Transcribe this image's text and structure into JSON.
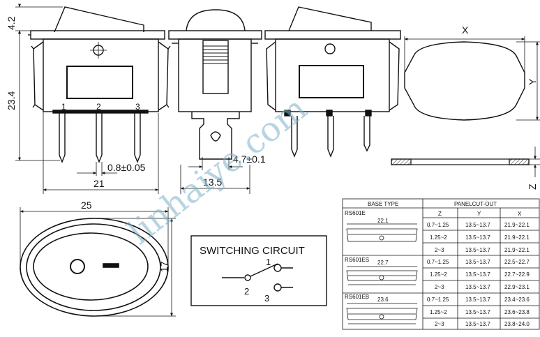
{
  "dims": {
    "top_height": "4.2",
    "body_height": "23.4",
    "pin_pitch": "0.8±0.05",
    "width_21": "21",
    "side_width": "13.5",
    "terminal": "4.7±0.1",
    "panel_x": "X",
    "panel_y": "Y",
    "panel_z": "Z",
    "bottom_width": "25",
    "bottom_height": "17"
  },
  "pins": [
    "1",
    "2",
    "3"
  ],
  "switching": {
    "title": "SWITCHING CIRCUIT",
    "labels": [
      "1",
      "2",
      "3"
    ]
  },
  "watermark": "linhaiye.com",
  "table": {
    "header_base": "BASE TYPE",
    "header_panel": "PANELCUT-OUT",
    "columns": [
      "Z",
      "Y",
      "X"
    ],
    "groups": [
      {
        "name": "RS601E",
        "dim": "22.1",
        "rows": [
          [
            "0.7~1.25",
            "13.5~13.7",
            "21.9~22.1"
          ],
          [
            "1.25~2",
            "13.5~13.7",
            "21.9~22.1"
          ],
          [
            "2~3",
            "13.5~13.7",
            "21.9~22.1"
          ]
        ]
      },
      {
        "name": "RS601ES",
        "dim": "22.7",
        "rows": [
          [
            "0.7~1.25",
            "13.5~13.7",
            "22.5~22.7"
          ],
          [
            "1.25~2",
            "13.5~13.7",
            "22.7~22.9"
          ],
          [
            "2~3",
            "13.5~13.7",
            "22.9~23.1"
          ]
        ]
      },
      {
        "name": "RS601EB",
        "dim": "23.6",
        "rows": [
          [
            "0.7~1.25",
            "13.5~13.7",
            "23.4~23.6"
          ],
          [
            "1.25~2",
            "13.5~13.7",
            "23.6~23.8"
          ],
          [
            "2~3",
            "13.5~13.7",
            "23.8~24.0"
          ]
        ]
      }
    ]
  }
}
